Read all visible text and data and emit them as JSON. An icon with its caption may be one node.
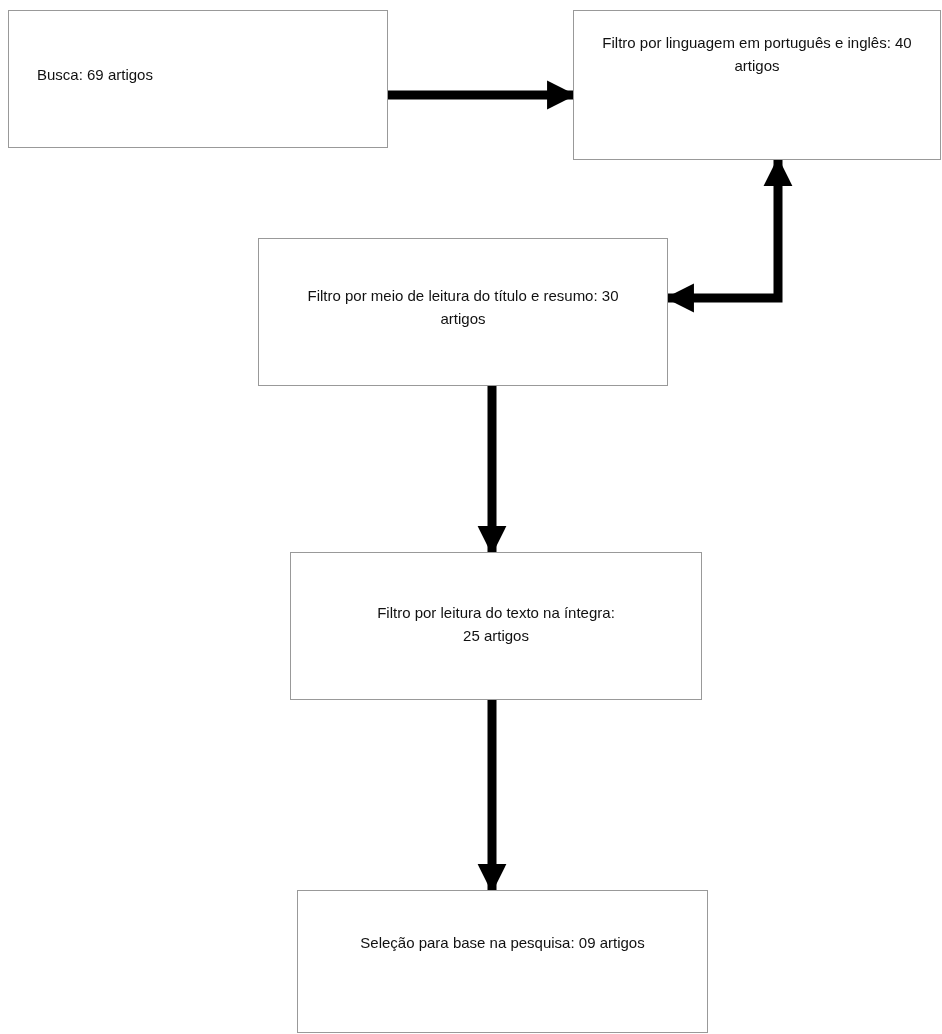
{
  "diagram": {
    "nodes": [
      {
        "text": [
          "Busca: 69 artigos"
        ]
      },
      {
        "text": [
          "Filtro por linguagem em português e inglês: 40 artigos"
        ]
      },
      {
        "text": [
          "Filtro por meio de leitura do título e resumo: 30 artigos"
        ]
      },
      {
        "text": [
          "Filtro por leitura do texto na íntegra: 25 artigos"
        ]
      },
      {
        "text": [
          "Seleção para base na pesquisa: 09 artigos"
        ]
      }
    ],
    "edges": [
      {
        "from": 0,
        "to": 1,
        "arrow": "to"
      },
      {
        "from": 1,
        "to": 2,
        "arrow": "both"
      },
      {
        "from": 2,
        "to": 3,
        "arrow": "to"
      },
      {
        "from": 3,
        "to": 4,
        "arrow": "to"
      }
    ]
  }
}
